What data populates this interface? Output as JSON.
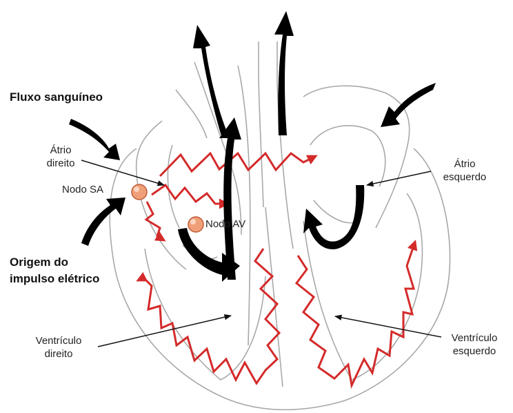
{
  "labels": {
    "blood_flow": "Fluxo sanguíneo",
    "right_atrium_1": "Átrio",
    "right_atrium_2": "direito",
    "sa_node": "Nodo SA",
    "av_node": "Nodo AV",
    "left_atrium_1": "Átrio",
    "left_atrium_2": "esquerdo",
    "origin_1": "Origem do",
    "origin_2": "impulso elétrico",
    "right_ventricle_1": "Ventrículo",
    "right_ventricle_2": "direito",
    "left_ventricle_1": "Ventrículo",
    "left_ventricle_2": "esquerdo"
  },
  "colors": {
    "outline": "#a8a8a8",
    "impulse": "#d42a2a",
    "flow_arrow": "#000000",
    "node_fill": "#f0a078",
    "node_stroke": "#c05a38"
  }
}
